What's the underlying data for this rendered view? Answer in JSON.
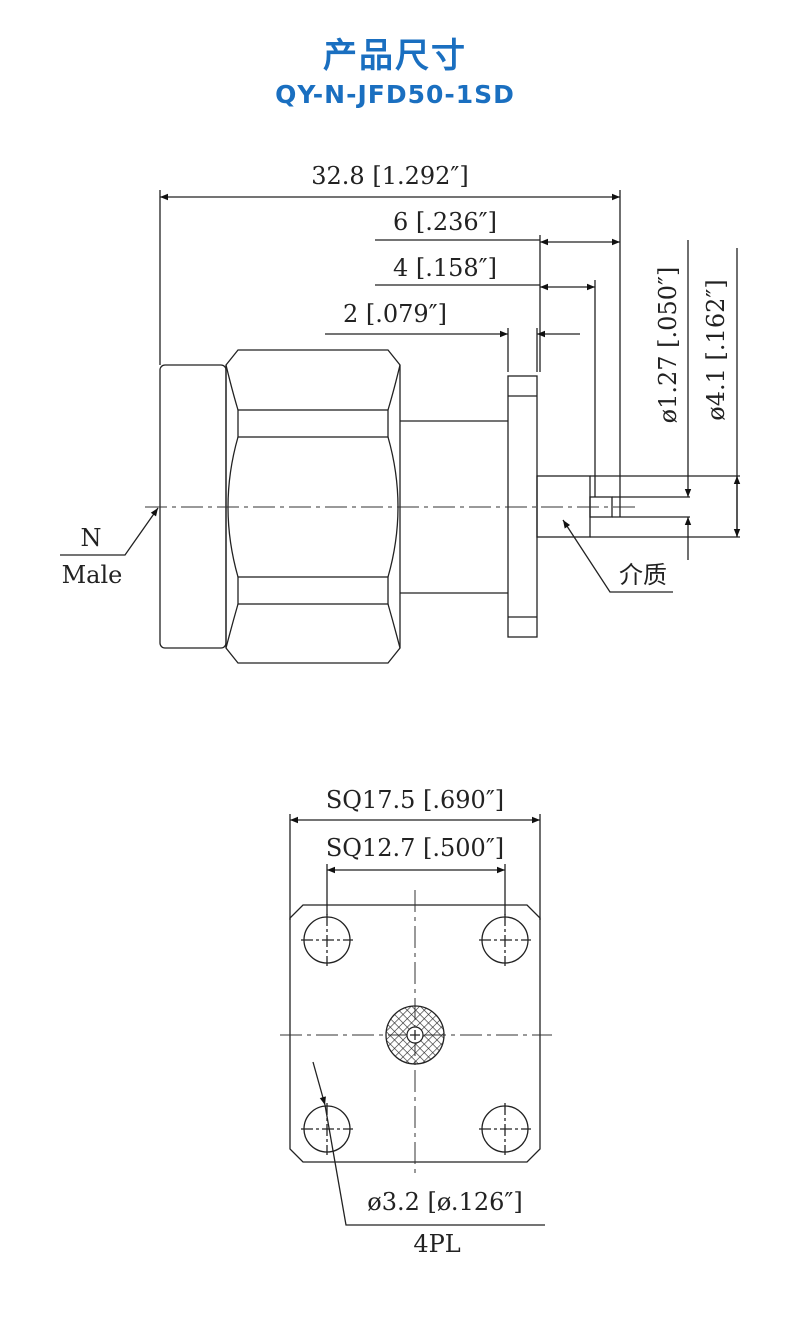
{
  "header": {
    "title": "产品尺寸",
    "model": "QY-N-JFD50-1SD"
  },
  "colors": {
    "title": "#1a6fc0",
    "lines": "#222222"
  },
  "side_view": {
    "overall_length": "32.8 [1.292″]",
    "dim_6": "6 [.236″]",
    "dim_4": "4 [.158″]",
    "dim_2": "2 [.079″]",
    "pin_diameter": "ø1.27 [.050″]",
    "dielectric_diameter": "ø4.1 [.162″]",
    "interface_label_1": "N",
    "interface_label_2": "Male",
    "dielectric_label": "介质"
  },
  "front_view": {
    "flange_size": "SQ17.5 [.690″]",
    "hole_spacing": "SQ12.7 [.500″]",
    "hole_diameter": "ø3.2 [ø.126″]",
    "hole_count": "4PL"
  }
}
